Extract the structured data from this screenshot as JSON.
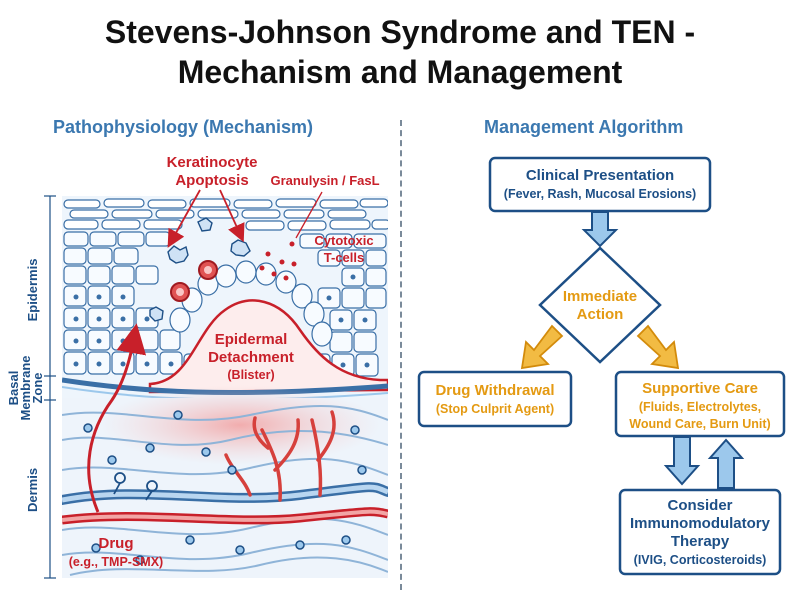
{
  "title": {
    "line1": "Stevens-Johnson Syndrome and TEN -",
    "line2": "Mechanism and Management"
  },
  "pathophysiology": {
    "heading": "Pathophysiology (Mechanism)",
    "layers": {
      "epidermis": "Epidermis",
      "basal": [
        "Basal",
        "Membrane",
        "Zone"
      ],
      "dermis": "Dermis"
    },
    "labels": {
      "keratinocyte": [
        "Keratinocyte",
        "Apoptosis"
      ],
      "granulysin": "Granulysin / FasL",
      "tcells": [
        "Cytotoxic",
        "T-cells"
      ],
      "detachment": [
        "Epidermal",
        "Detachment"
      ],
      "blister": "(Blister)",
      "drug": "Drug",
      "drug_example": "(e.g., TMP-SMX)"
    }
  },
  "management": {
    "heading": "Management Algorithm",
    "clinical": {
      "title": "Clinical Presentation",
      "sub": "(Fever, Rash, Mucosal Erosions)"
    },
    "immediate": [
      "Immediate",
      "Action"
    ],
    "withdrawal": {
      "title": "Drug Withdrawal",
      "sub": "(Stop Culprit Agent)"
    },
    "supportive": {
      "title": "Supportive Care",
      "sub": [
        "(Fluids, Electrolytes,",
        "Wound Care, Burn Unit)"
      ]
    },
    "immuno": {
      "title": [
        "Consider",
        "Immunomodulatory",
        "Therapy"
      ],
      "sub": "(IVIG, Corticosteroids)"
    }
  },
  "colors": {
    "blue": "#1d4f86",
    "heading_blue": "#3b78b0",
    "red": "#c8202a",
    "amber": "#e7a523",
    "light_blue_fill": "#9cc8ec"
  }
}
